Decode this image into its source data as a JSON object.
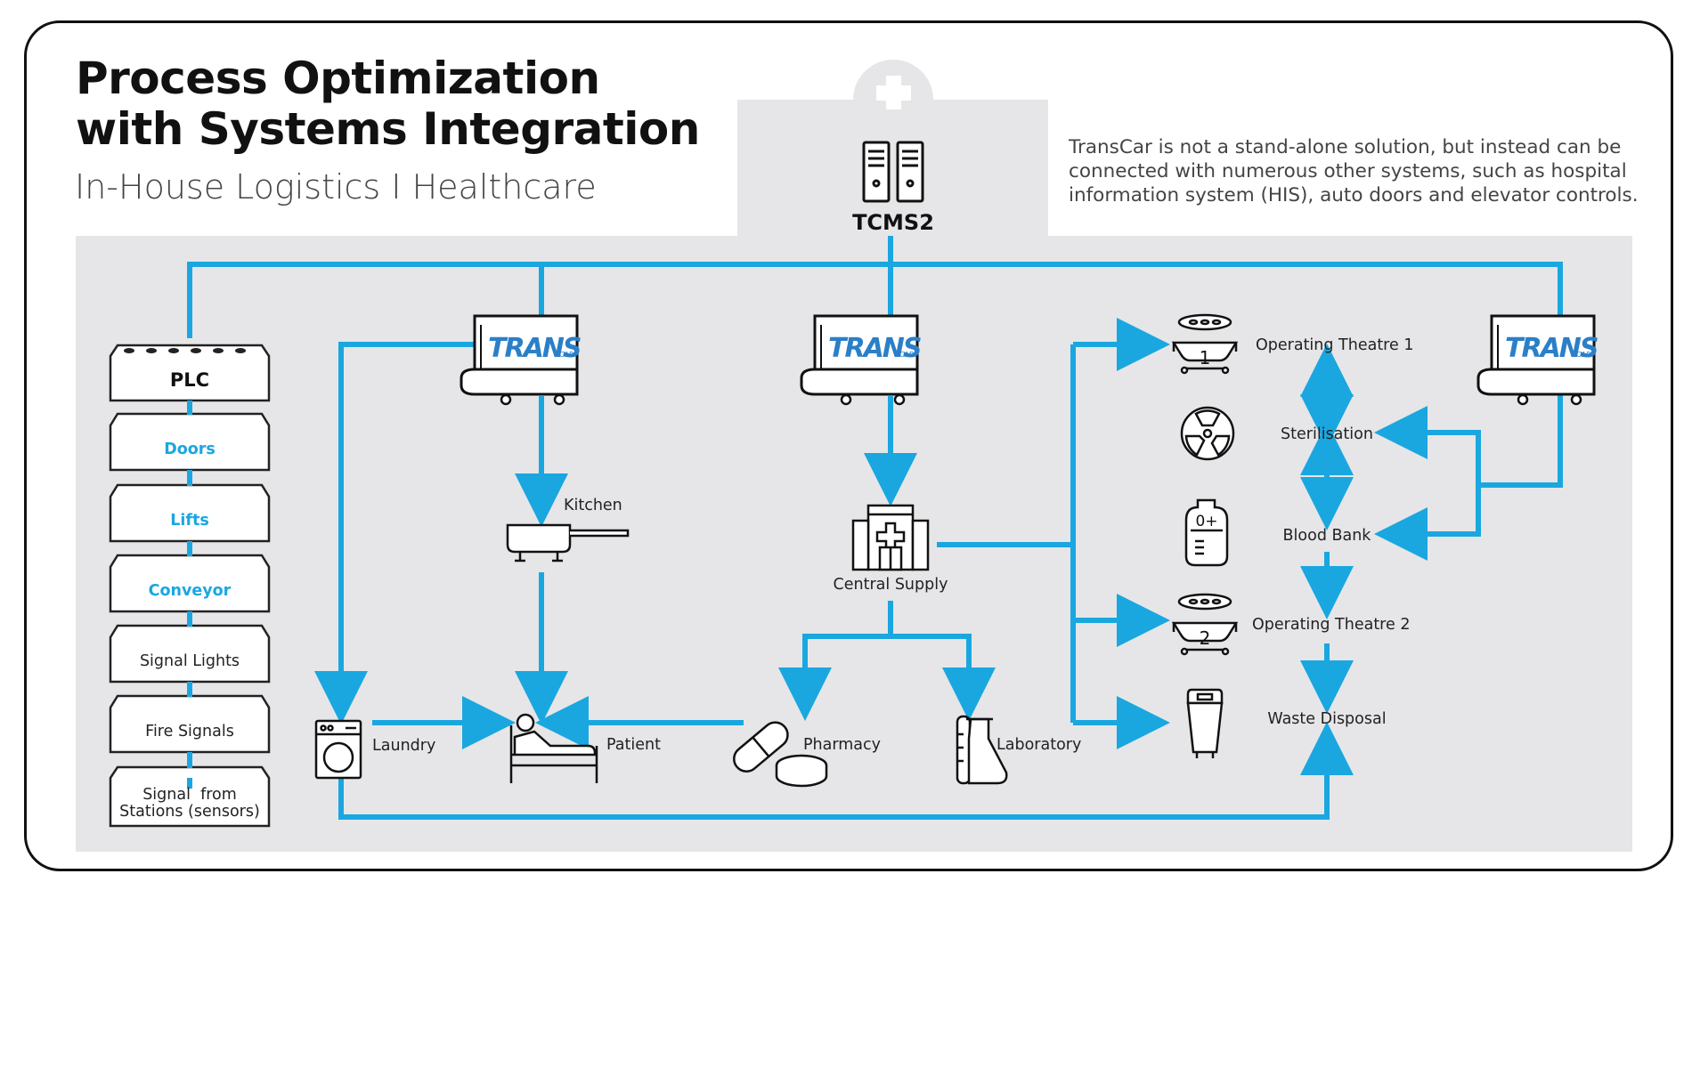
{
  "header": {
    "title_line1": "Process Optimization",
    "title_line2": "with Systems Integration",
    "subtitle": "In-House Logistics I Healthcare",
    "description": "TransCar is not a stand-alone solution, but instead can be connected with numerous other systems, such as hospital information system (HIS), auto doors and elevator controls."
  },
  "server": {
    "label": "TCMS2",
    "icon": "server-icon"
  },
  "vehicles": {
    "brand": "TRANS",
    "brand_suffix": "CAR",
    "icon": "transcar-vehicle-icon"
  },
  "plc_stack": {
    "title": "PLC",
    "items": [
      {
        "label": "Doors",
        "style": "blue"
      },
      {
        "label": "Lifts",
        "style": "blue"
      },
      {
        "label": "Conveyor",
        "style": "blue"
      },
      {
        "label": "Signal Lights",
        "style": "grey"
      },
      {
        "label": "Fire Signals",
        "style": "grey"
      },
      {
        "label_line1": "Signal  from",
        "label_line2": "Stations (sensors)",
        "style": "grey"
      }
    ]
  },
  "nodes": {
    "kitchen": "Kitchen",
    "laundry": "Laundry",
    "patient": "Patient",
    "central_supply": "Central Supply",
    "pharmacy": "Pharmacy",
    "laboratory": "Laboratory",
    "operating_theatre_1": "Operating Theatre 1",
    "operating_theatre_2": "Operating Theatre 2",
    "sterilisation": "Sterilisation",
    "blood_bank": "Blood Bank",
    "waste_disposal": "Waste Disposal",
    "theatre_1_number": "1",
    "theatre_2_number": "2",
    "blood_type": "0+"
  },
  "colors": {
    "accent_blue": "#1aa7e0",
    "panel_grey": "#e6e6e8",
    "vehicle_blue": "#2a7fc8",
    "text_dark": "#111111"
  }
}
